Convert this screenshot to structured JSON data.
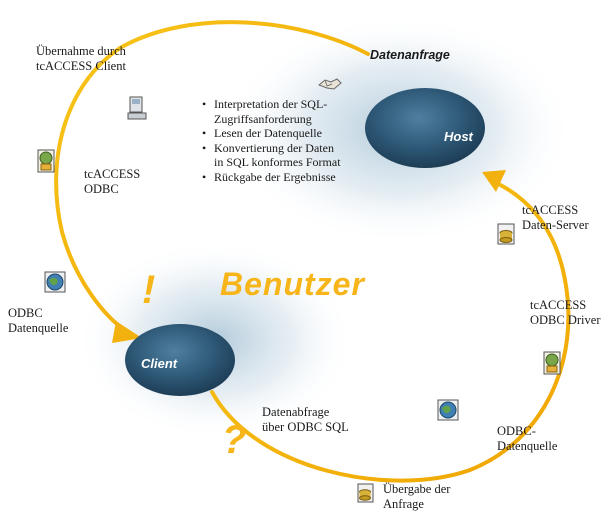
{
  "diagram": {
    "request_header": "Datenanfrage",
    "host_label": "Host",
    "client_label": "Client",
    "center_title": "Benutzer",
    "steps": [
      "Interpretation der SQL-\nZugriffsanforderung",
      "Lesen der Datenquelle",
      "Konvertierung der Daten\nin SQL konformes Format",
      "Rückgabe der Ergebnisse"
    ]
  },
  "labels": {
    "uebernahme": "Übernahme durch\ntcACCESS Client",
    "tcaccess_odbc": "tcACCESS\nODBC",
    "odbc_datenquelle_left": "ODBC\nDatenquelle",
    "daten_server": "tcACCESS\nDaten-Server",
    "odbc_driver": "tcACCESS\nODBC Driver",
    "datenabfrage": "Datenabfrage\nüber ODBC SQL",
    "odbc_datenquelle_right": "ODBC-\nDatenquelle",
    "uebergabe": "Übergabe der\nAnfrage"
  },
  "glyphs": {
    "exclaim": "!",
    "question": "?"
  },
  "icons": [
    "handshake-icon",
    "computer-icon",
    "odbc-driver-icon",
    "globe-icon",
    "database-icon"
  ],
  "colors": {
    "arc": "#f3b10f",
    "node": "#2c5674",
    "glow": "#a9c4d6"
  }
}
